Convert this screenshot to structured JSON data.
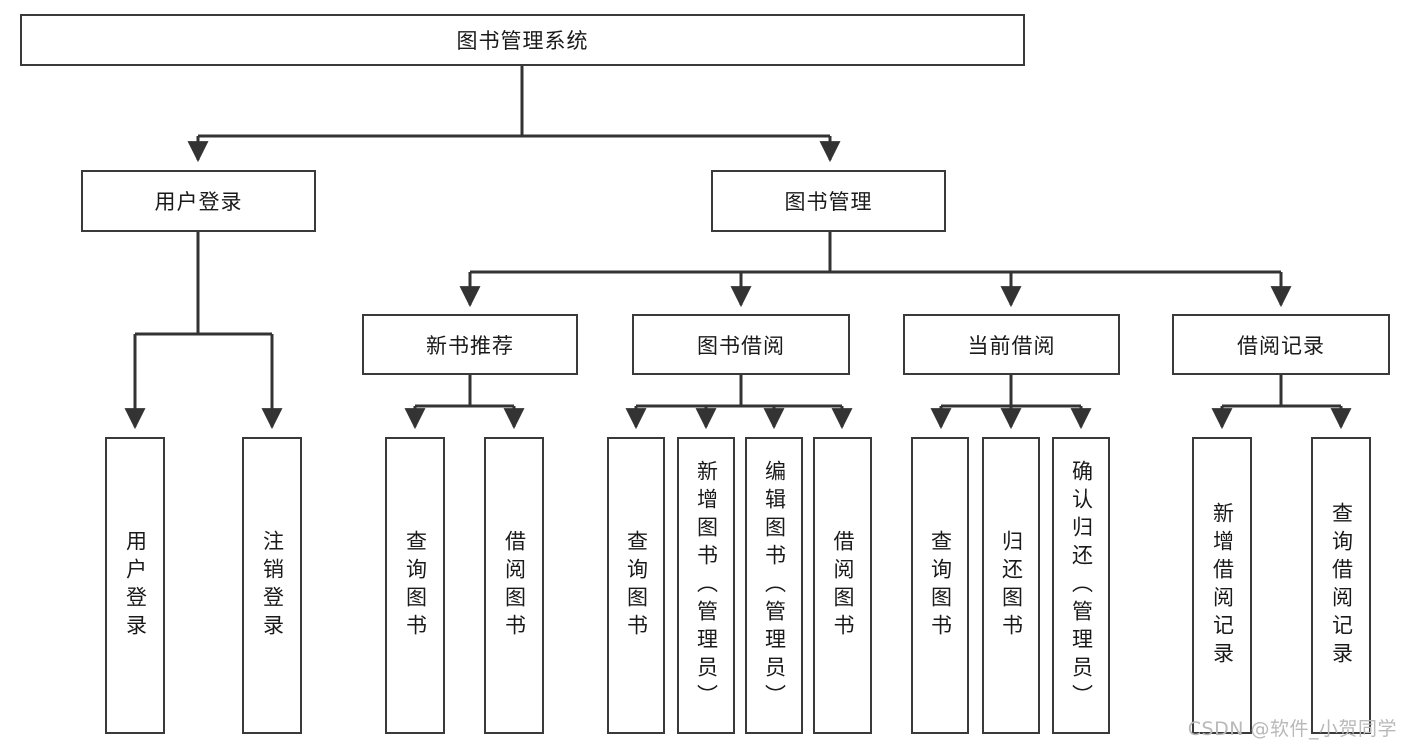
{
  "diagram": {
    "title": "图书管理系统",
    "type": "hierarchy-tree",
    "watermark": "CSDN @软件_小贺同学",
    "colors": {
      "box_border": "#3a3a3a",
      "box_fill": "#ffffff",
      "edge": "#333333",
      "text": "#1a1a1a",
      "watermark": "#b9b9b9"
    },
    "nodes": {
      "root": {
        "label": "图书管理系统"
      },
      "level2": [
        {
          "id": "user-login",
          "label": "用户登录"
        },
        {
          "id": "book-manage",
          "label": "图书管理"
        }
      ],
      "level3": [
        {
          "id": "new-book-recommend",
          "label": "新书推荐"
        },
        {
          "id": "book-borrow",
          "label": "图书借阅"
        },
        {
          "id": "current-borrow",
          "label": "当前借阅"
        },
        {
          "id": "borrow-record",
          "label": "借阅记录"
        }
      ],
      "leaves": {
        "user_login": [
          {
            "id": "leaf-user-login",
            "label": "用户登录"
          },
          {
            "id": "leaf-logout-login",
            "label": "注销登录"
          }
        ],
        "new_book_recommend": [
          {
            "id": "leaf-query-book-1",
            "label": "查询图书"
          },
          {
            "id": "leaf-borrow-book-1",
            "label": "借阅图书"
          }
        ],
        "book_borrow": [
          {
            "id": "leaf-query-book-2",
            "label": "查询图书"
          },
          {
            "id": "leaf-add-book",
            "label": "新增图书（管理员）"
          },
          {
            "id": "leaf-edit-book",
            "label": "编辑图书（管理员）"
          },
          {
            "id": "leaf-borrow-book-2",
            "label": "借阅图书"
          }
        ],
        "current_borrow": [
          {
            "id": "leaf-query-book-3",
            "label": "查询图书"
          },
          {
            "id": "leaf-return-book",
            "label": "归还图书"
          },
          {
            "id": "leaf-confirm-return",
            "label": "确认归还（管理员）"
          }
        ],
        "borrow_record": [
          {
            "id": "leaf-add-record",
            "label": "新增借阅记录"
          },
          {
            "id": "leaf-query-record",
            "label": "查询借阅记录"
          }
        ]
      }
    }
  }
}
